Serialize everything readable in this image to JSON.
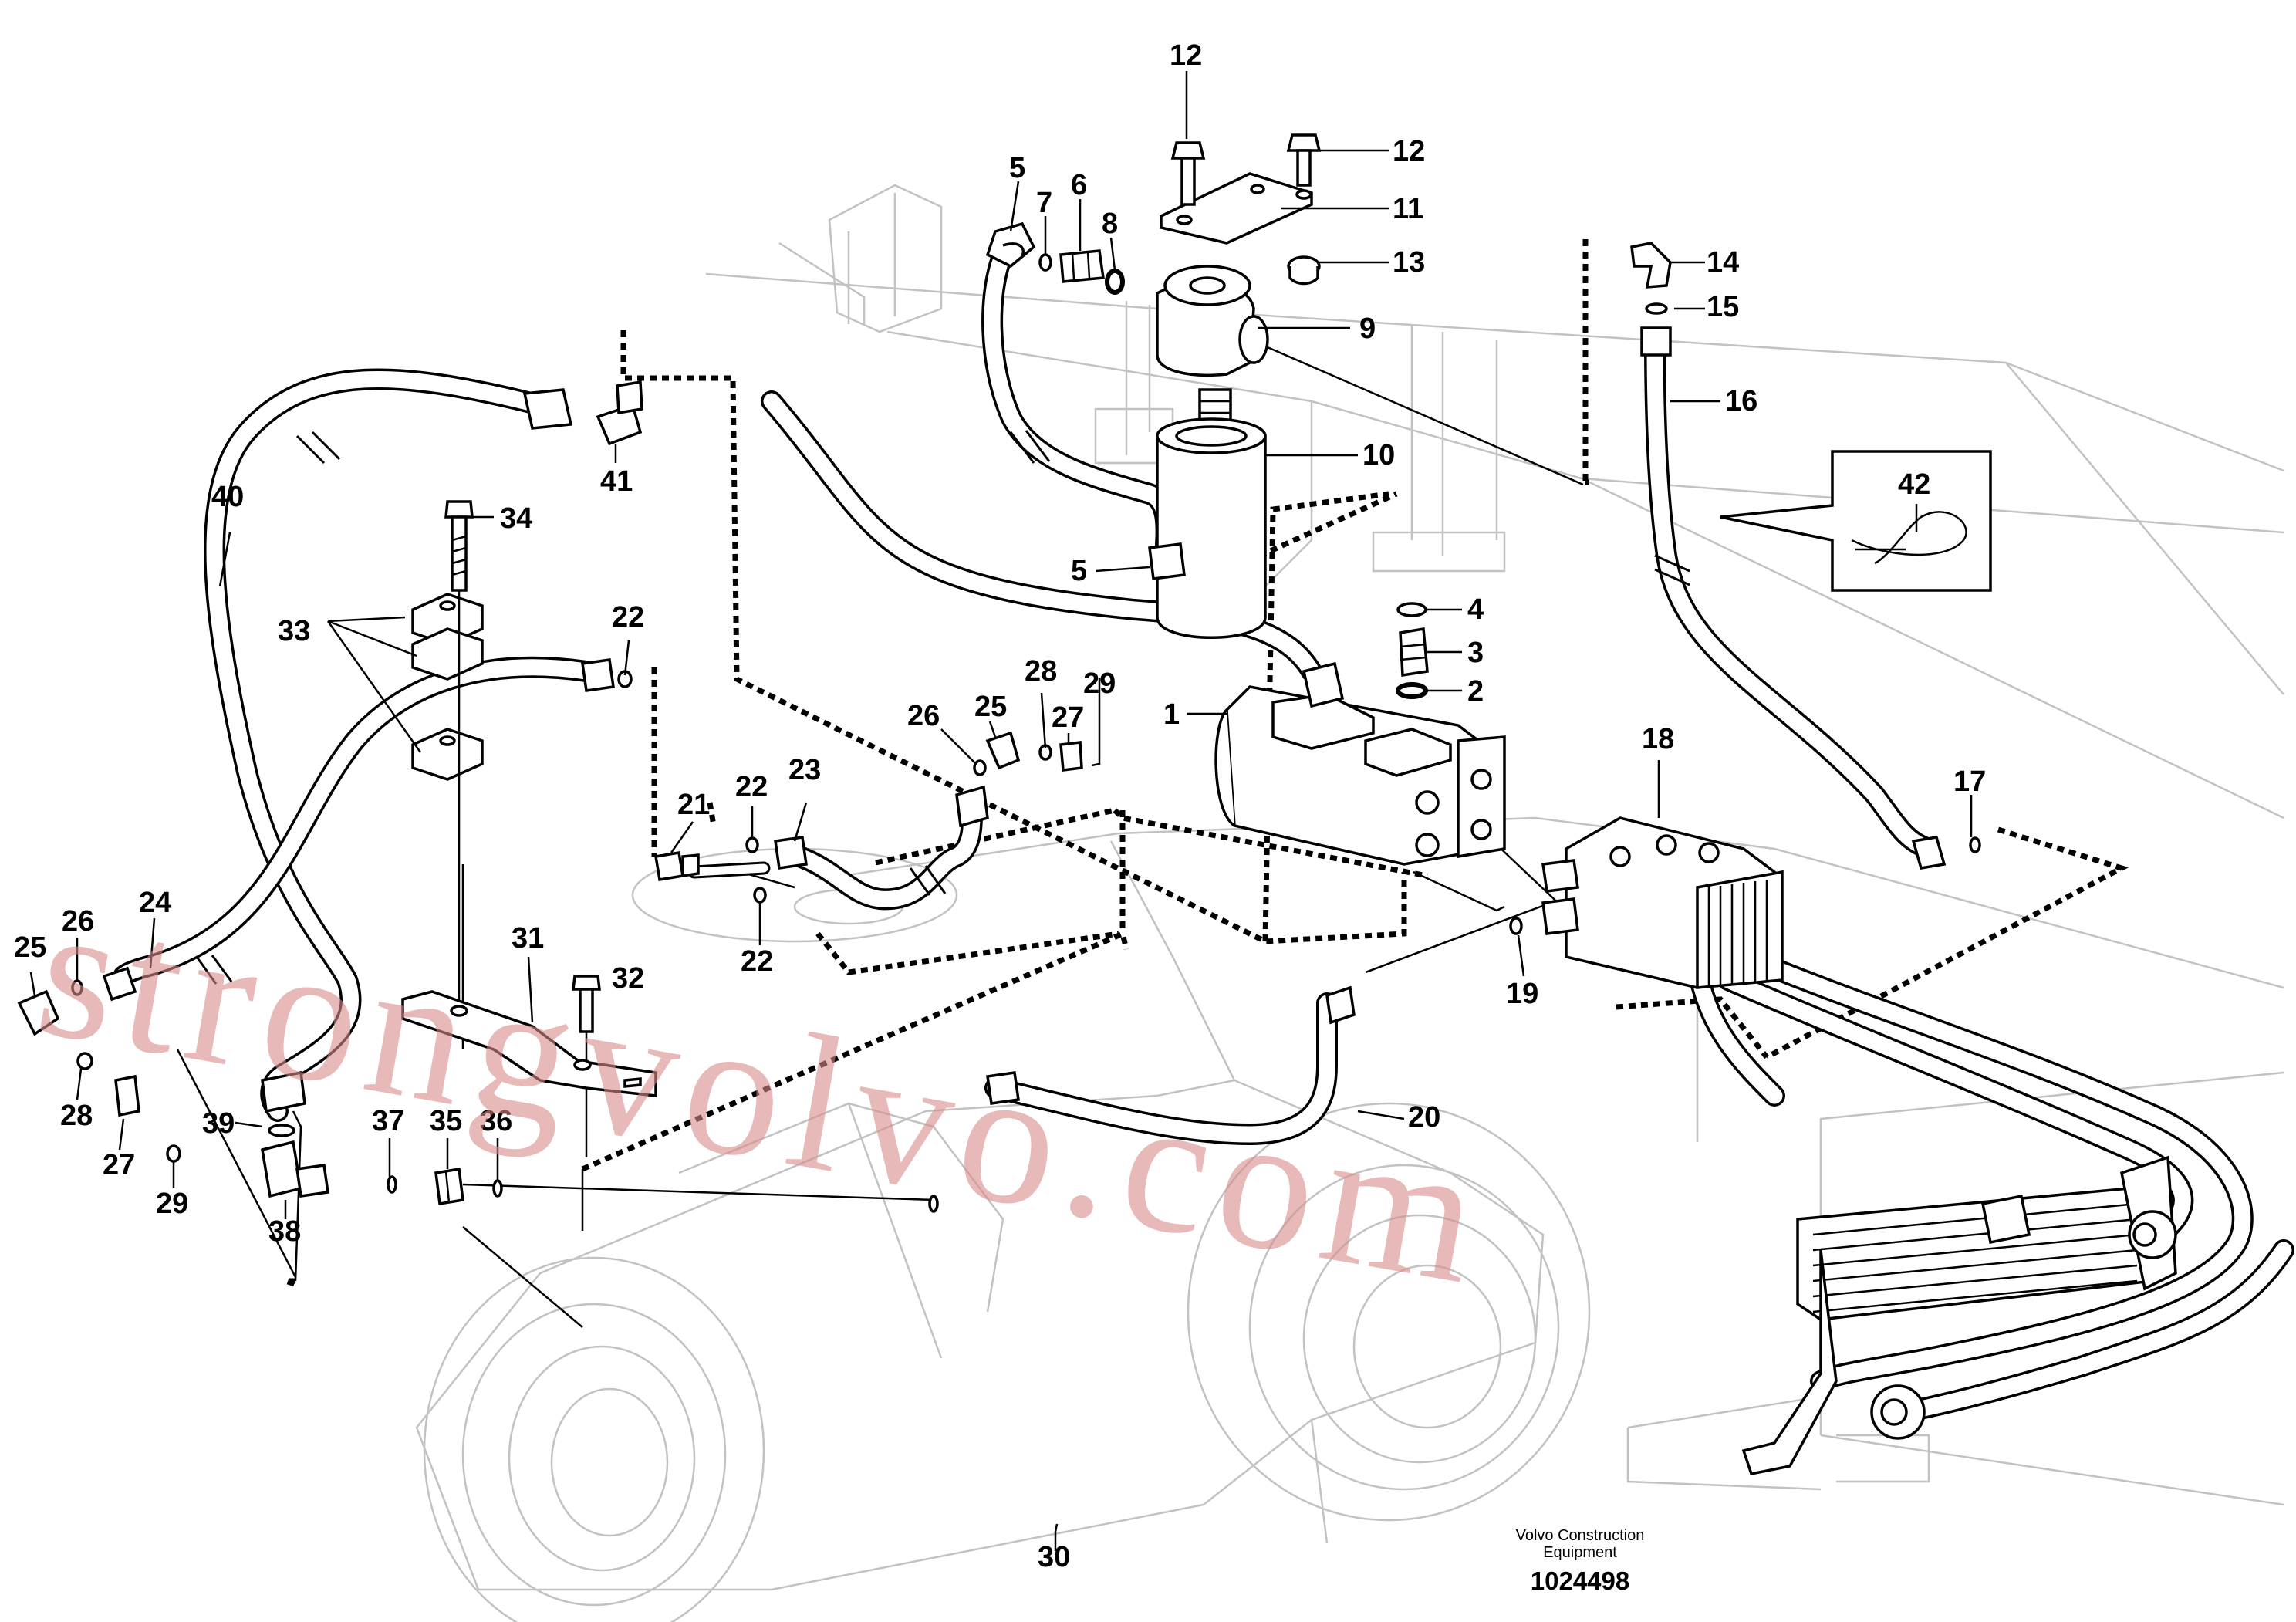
{
  "drawing": {
    "watermark": "strongvolvo.com",
    "company_line1": "Volvo Construction",
    "company_line2": "Equipment",
    "drawing_number": "1024498"
  },
  "callouts": [
    {
      "id": "callout-12-a",
      "text": "12"
    },
    {
      "id": "callout-12-b",
      "text": "12"
    },
    {
      "id": "callout-11",
      "text": "11"
    },
    {
      "id": "callout-13",
      "text": "13"
    },
    {
      "id": "callout-5-a",
      "text": "5"
    },
    {
      "id": "callout-7",
      "text": "7"
    },
    {
      "id": "callout-6",
      "text": "6"
    },
    {
      "id": "callout-8",
      "text": "8"
    },
    {
      "id": "callout-9",
      "text": "9"
    },
    {
      "id": "callout-10",
      "text": "10"
    },
    {
      "id": "callout-5-b",
      "text": "5"
    },
    {
      "id": "callout-14",
      "text": "14"
    },
    {
      "id": "callout-15",
      "text": "15"
    },
    {
      "id": "callout-16",
      "text": "16"
    },
    {
      "id": "callout-42",
      "text": "42"
    },
    {
      "id": "callout-41",
      "text": "41"
    },
    {
      "id": "callout-40",
      "text": "40"
    },
    {
      "id": "callout-34",
      "text": "34"
    },
    {
      "id": "callout-33",
      "text": "33"
    },
    {
      "id": "callout-22-a",
      "text": "22"
    },
    {
      "id": "callout-4",
      "text": "4"
    },
    {
      "id": "callout-3",
      "text": "3"
    },
    {
      "id": "callout-2",
      "text": "2"
    },
    {
      "id": "callout-1",
      "text": "1"
    },
    {
      "id": "callout-28-a",
      "text": "28"
    },
    {
      "id": "callout-29-a",
      "text": "29"
    },
    {
      "id": "callout-25-a",
      "text": "25"
    },
    {
      "id": "callout-27-a",
      "text": "27"
    },
    {
      "id": "callout-26-a",
      "text": "26"
    },
    {
      "id": "callout-18",
      "text": "18"
    },
    {
      "id": "callout-17",
      "text": "17"
    },
    {
      "id": "callout-21",
      "text": "21"
    },
    {
      "id": "callout-22-b",
      "text": "22"
    },
    {
      "id": "callout-23",
      "text": "23"
    },
    {
      "id": "callout-22-c",
      "text": "22"
    },
    {
      "id": "callout-24",
      "text": "24"
    },
    {
      "id": "callout-25-b",
      "text": "25"
    },
    {
      "id": "callout-26-b",
      "text": "26"
    },
    {
      "id": "callout-31",
      "text": "31"
    },
    {
      "id": "callout-32",
      "text": "32"
    },
    {
      "id": "callout-19",
      "text": "19"
    },
    {
      "id": "callout-28-b",
      "text": "28"
    },
    {
      "id": "callout-27-b",
      "text": "27"
    },
    {
      "id": "callout-29-b",
      "text": "29"
    },
    {
      "id": "callout-39",
      "text": "39"
    },
    {
      "id": "callout-37",
      "text": "37"
    },
    {
      "id": "callout-35",
      "text": "35"
    },
    {
      "id": "callout-36",
      "text": "36"
    },
    {
      "id": "callout-38",
      "text": "38"
    },
    {
      "id": "callout-20",
      "text": "20"
    },
    {
      "id": "callout-30",
      "text": "30"
    }
  ]
}
